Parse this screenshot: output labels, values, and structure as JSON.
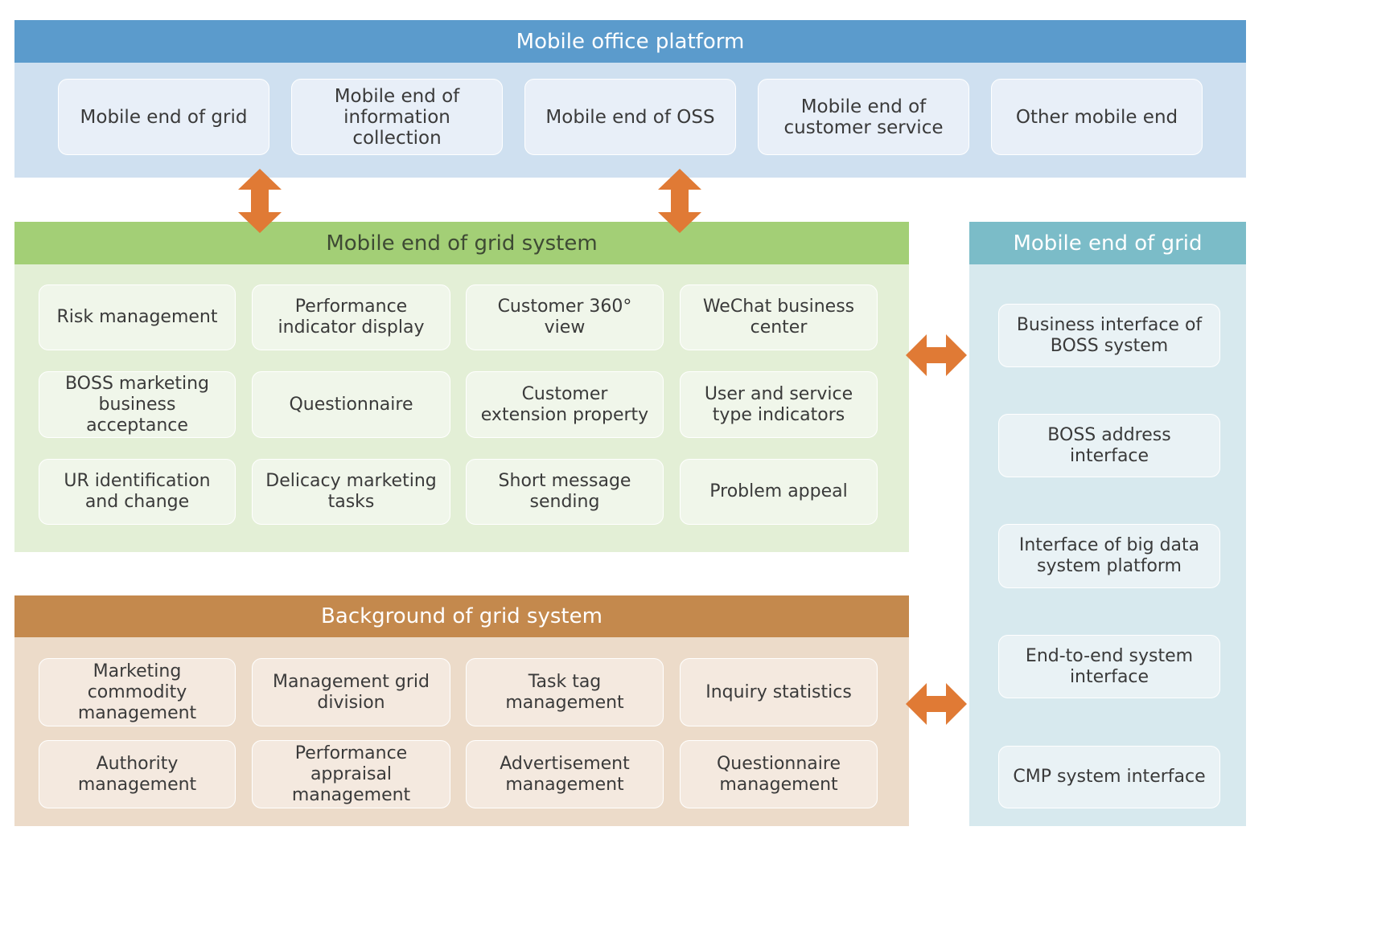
{
  "top_panel": {
    "title": "Mobile office platform",
    "items": [
      [
        "Mobile end of grid"
      ],
      [
        "Mobile end of",
        "information",
        "collection"
      ],
      [
        "Mobile end of OSS"
      ],
      [
        "Mobile end of",
        "customer service"
      ],
      [
        "Other mobile end"
      ]
    ]
  },
  "middle_panel": {
    "title": "Mobile end of grid system",
    "items": [
      [
        "Risk management"
      ],
      [
        "Performance",
        "indicator display"
      ],
      [
        "Customer 360°",
        "view"
      ],
      [
        "WeChat business",
        "center"
      ],
      [
        "BOSS marketing",
        "business",
        "acceptance"
      ],
      [
        "Questionnaire"
      ],
      [
        "Customer",
        "extension property"
      ],
      [
        "User and service",
        "type indicators"
      ],
      [
        "UR identification",
        "and change"
      ],
      [
        "Delicacy marketing",
        "tasks"
      ],
      [
        "Short message",
        "sending"
      ],
      [
        "Problem appeal"
      ]
    ]
  },
  "bottom_panel": {
    "title": "Background of grid system",
    "items": [
      [
        "Marketing",
        "commodity",
        "management"
      ],
      [
        "Management grid",
        "division"
      ],
      [
        "Task tag",
        "management"
      ],
      [
        "Inquiry statistics"
      ],
      [
        "Authority",
        "management"
      ],
      [
        "Performance",
        "appraisal",
        "management"
      ],
      [
        "Advertisement",
        "management"
      ],
      [
        "Questionnaire",
        "management"
      ]
    ]
  },
  "right_panel": {
    "title": "Mobile end of grid",
    "items": [
      [
        "Business interface of",
        "BOSS system"
      ],
      [
        "BOSS address",
        "interface"
      ],
      [
        "Interface of big data",
        "system platform"
      ],
      [
        "End-to-end system",
        "interface"
      ],
      [
        "CMP system interface"
      ]
    ]
  },
  "colors": {
    "top_header": "#5b9bcc",
    "middle_header": "#a3cf76",
    "bottom_header": "#c4894d",
    "right_header": "#7bbcc8",
    "arrow": "#e07a35"
  }
}
